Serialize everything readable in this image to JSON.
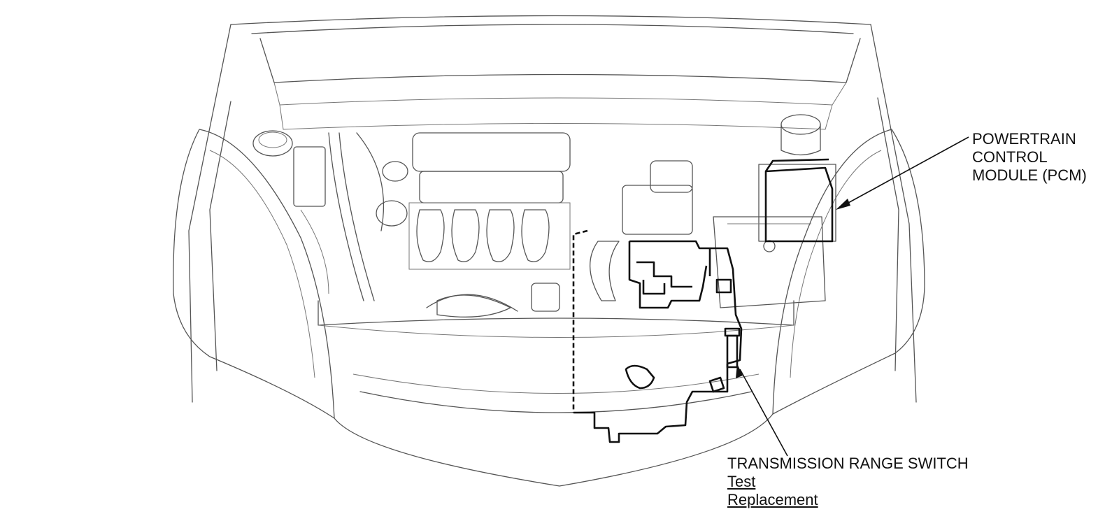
{
  "callouts": {
    "pcm": {
      "lines": [
        "POWERTRAIN",
        "CONTROL",
        "MODULE (PCM)"
      ]
    },
    "trs": {
      "title": "TRANSMISSION RANGE SWITCH",
      "links": [
        "Test",
        "Replacement"
      ]
    }
  }
}
